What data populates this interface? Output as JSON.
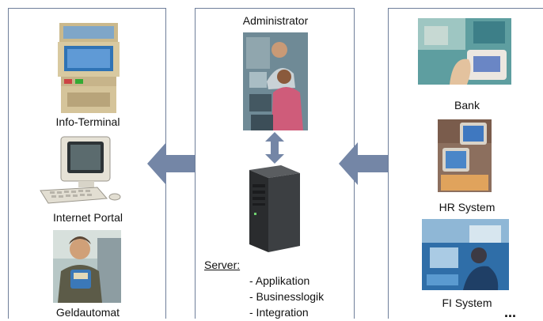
{
  "left": {
    "items": [
      {
        "label": "Info-Terminal",
        "icon": "info-terminal-kiosk-icon"
      },
      {
        "label": "Internet Portal",
        "icon": "desktop-computer-icon"
      },
      {
        "label": "Geldautomat",
        "icon": "atm-user-photo-icon"
      }
    ]
  },
  "center": {
    "admin_label": "Administrator",
    "admin_icon": "administrator-photo-icon",
    "server_icon": "server-tower-icon",
    "server_title": "Server:",
    "server_items": [
      "- Applikation",
      "- Businesslogik",
      "- Integration"
    ]
  },
  "right": {
    "items": [
      {
        "label": "Bank",
        "icon": "bank-card-photo-icon"
      },
      {
        "label": "HR System",
        "icon": "hr-system-photo-icon"
      },
      {
        "label": "FI System",
        "icon": "fi-system-photo-icon"
      }
    ],
    "more": "..."
  },
  "colors": {
    "panel_border": "#6f7f9a",
    "arrow": "#7486a6"
  }
}
